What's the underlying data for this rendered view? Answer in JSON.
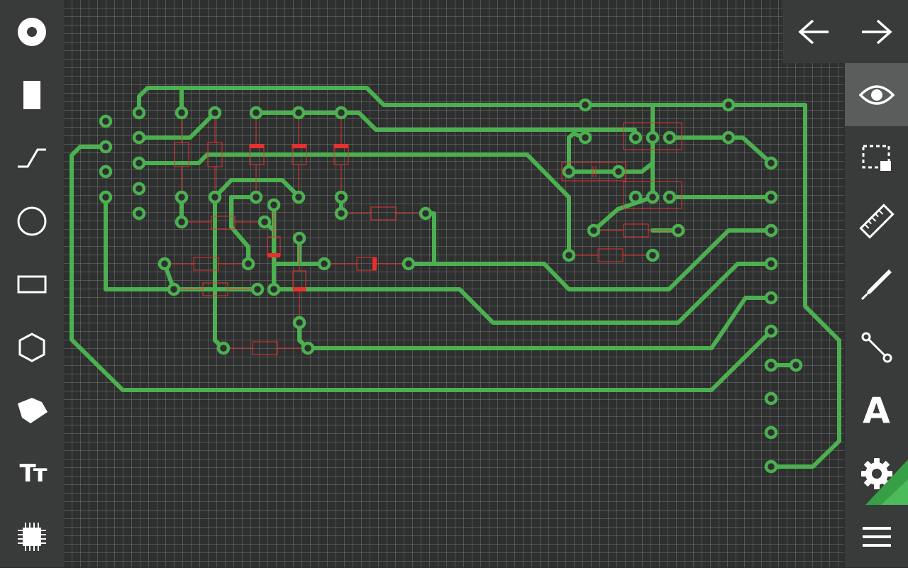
{
  "app": {
    "colors": {
      "toolbar": "#393a3a",
      "canvas": "#2e2f2f",
      "grid": "#5f6360",
      "copper": "#4cb050",
      "silkscreen": "#e8302e",
      "active_tool": "#5b5c5c",
      "icon": "#ffffff"
    }
  },
  "left_toolbar": {
    "tools": [
      {
        "name": "pad",
        "icon": "pad-icon"
      },
      {
        "name": "smd-pad",
        "icon": "smd-pad-icon"
      },
      {
        "name": "track",
        "icon": "track-icon"
      },
      {
        "name": "circle",
        "icon": "circle-icon"
      },
      {
        "name": "rectangle",
        "icon": "rectangle-icon"
      },
      {
        "name": "polygon",
        "icon": "polygon-icon"
      },
      {
        "name": "zone",
        "icon": "zone-icon"
      },
      {
        "name": "text",
        "icon": "text-icon",
        "glyph": "Tт"
      },
      {
        "name": "component",
        "icon": "chip-icon"
      }
    ]
  },
  "history": {
    "undo": {
      "icon": "arrow-left-icon"
    },
    "redo": {
      "icon": "arrow-right-icon"
    }
  },
  "right_toolbar": {
    "tools": [
      {
        "name": "view",
        "icon": "eye-icon",
        "active": true
      },
      {
        "name": "select",
        "icon": "select-area-icon"
      },
      {
        "name": "measure",
        "icon": "ruler-icon"
      },
      {
        "name": "draw",
        "icon": "pen-icon"
      },
      {
        "name": "connect",
        "icon": "connect-icon"
      },
      {
        "name": "label",
        "icon": "label-text-icon",
        "glyph": "A"
      },
      {
        "name": "settings",
        "icon": "gear-icon"
      },
      {
        "name": "menu",
        "icon": "hamburger-menu-icon"
      }
    ]
  }
}
